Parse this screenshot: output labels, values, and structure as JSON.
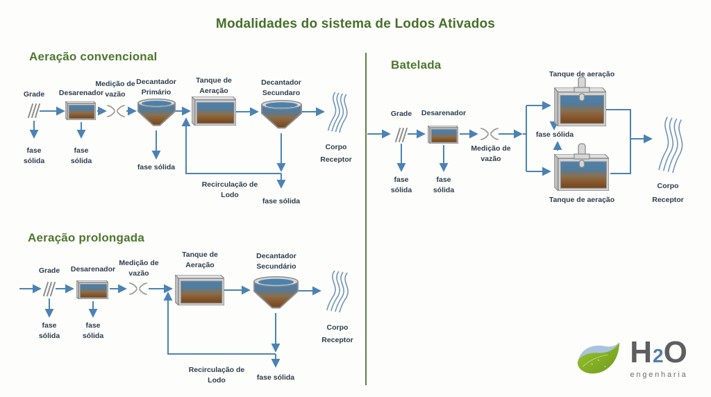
{
  "title": "Modalidades do sistema de Lodos Ativados",
  "sections": {
    "convencional": {
      "heading": "Aeração convencional",
      "labels": {
        "grade": "Grade",
        "desarenador": "Desarenador",
        "medicao_vazao": "Medição de\nvazão",
        "decantador_primario": "Decantador\nPrimário",
        "tanque_aeracao": "Tanque de\nAeração",
        "decantador_secundario": "Decantador\nSecundaro",
        "corpo_receptor": "Corpo\nReceptor",
        "fase_solida_grade": "fase\nsólida",
        "fase_solida_desarenador": "fase\nsólida",
        "fase_solida_primario": "fase sólida",
        "recirculacao_lodo": "Recirculação de\nLodo",
        "fase_solida_secundario": "fase sólida"
      }
    },
    "prolongada": {
      "heading": "Aeração prolongada",
      "labels": {
        "grade": "Grade",
        "desarenador": "Desarenador",
        "medicao_vazao": "Medição de\nvazão",
        "tanque_aeracao": "Tanque de\nAeração",
        "decantador_secundario": "Decantador\nSecundário",
        "corpo_receptor": "Corpo\nReceptor",
        "fase_solida_grade": "fase\nsólida",
        "fase_solida_desarenador": "fase\nsólida",
        "recirculacao_lodo": "Recirculação de\nLodo",
        "fase_solida_secundario": "fase sólida"
      }
    },
    "batelada": {
      "heading": "Batelada",
      "labels": {
        "grade": "Grade",
        "desarenador": "Desarenador",
        "medicao_vazao": "Medição de\nvazão",
        "tanque_aeracao_superior": "Tanque de aeração",
        "fase_solida_central": "fase sólida",
        "tanque_aeracao_inferior": "Tanque de aeração",
        "fase_solida_grade": "fase\nsólida",
        "fase_solida_desarenador": "fase\nsólida",
        "corpo_receptor": "Corpo\nReceptor"
      }
    }
  },
  "logo": {
    "h": "H",
    "two": "2",
    "o": "O",
    "tagline": "engenharia"
  },
  "colors": {
    "heading_green": "#4c772e",
    "title_green": "#45702a",
    "label_navy": "#2c3d4f",
    "flow_blue": "#4a82b4",
    "liquid_blue": "#4d81aa",
    "liquid_brown": "#6f461f",
    "equipment_gray": "#d3d3d3",
    "divider_green": "#5d8142",
    "logo_gray": "#5d5e60",
    "logo_blue": "#4e7fab",
    "leaf_green": "#7fae25",
    "leaf_water_blue": "#a9c3df"
  }
}
